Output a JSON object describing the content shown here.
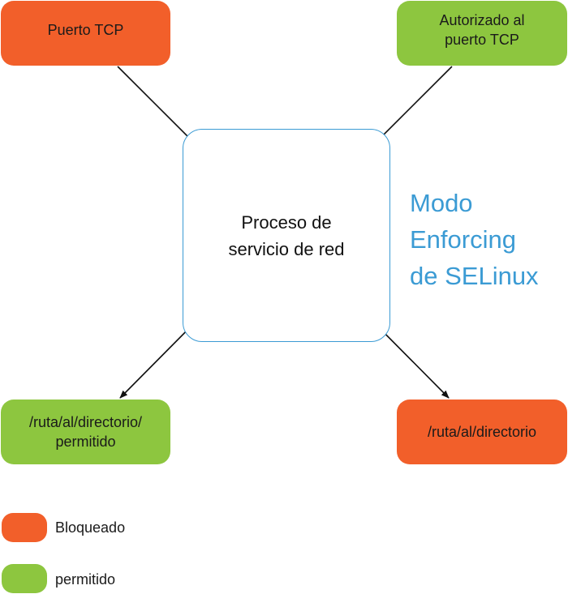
{
  "colors": {
    "blocked": "#f25f2a",
    "allowed": "#8dc63f",
    "accent": "#3b9bd4",
    "arrow": "#111111"
  },
  "nodes": {
    "tcp_blocked": {
      "label": "Puerto TCP",
      "status": "blocked"
    },
    "tcp_allowed": {
      "label": "Autorizado al\npuerto TCP",
      "status": "allowed"
    },
    "process": {
      "label": "Proceso de\nservicio de red"
    },
    "dir_allowed": {
      "label": "/ruta/al/directorio/\npermitido",
      "status": "allowed"
    },
    "dir_blocked": {
      "label": "/ruta/al/directorio",
      "status": "blocked"
    }
  },
  "mode_label": "Modo\nEnforcing\nde SELinux",
  "legend": {
    "blocked_label": "Bloqueado",
    "allowed_label": "permitido"
  }
}
